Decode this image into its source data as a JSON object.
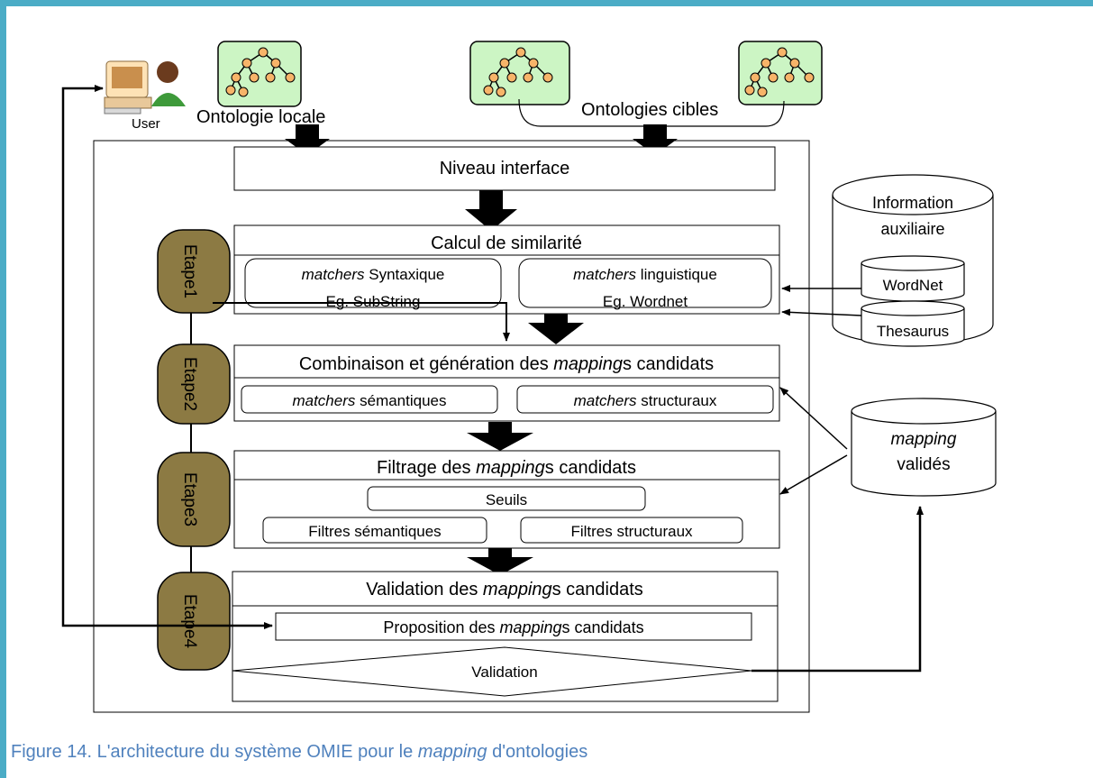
{
  "user": {
    "label": "User"
  },
  "ontologies": {
    "local_label": "Ontologie locale",
    "target_label": "Ontologies cibles"
  },
  "interface": {
    "label": "Niveau interface"
  },
  "steps": [
    {
      "tab": "Etape1",
      "title": "Calcul de similarité"
    },
    {
      "tab": "Etape2",
      "title_pre": "Combinaison et génération des ",
      "title_em": "mapping",
      "title_post": "s candidats"
    },
    {
      "tab": "Etape3",
      "title_pre": "Filtrage des ",
      "title_em": "mapping",
      "title_post": "s candidats"
    },
    {
      "tab": "Etape4",
      "title_pre": "Validation des ",
      "title_em": "mapping",
      "title_post": "s candidats"
    }
  ],
  "matchers": {
    "syntactic": {
      "em": "matchers",
      "rest": " Syntaxique",
      "example": "Eg. SubString"
    },
    "linguistic": {
      "em": "matchers",
      "rest": " linguistique",
      "example": "Eg. Wordnet"
    },
    "semantic": {
      "em": "matchers",
      "rest": " sémantiques"
    },
    "structural": {
      "em": "matchers",
      "rest": " structuraux"
    }
  },
  "filters": {
    "thresholds": "Seuils",
    "semantic": "Filtres sémantiques",
    "structural": "Filtres structuraux"
  },
  "validation": {
    "proposal_pre": "Proposition des ",
    "proposal_em": "mapping",
    "proposal_post": "s candidats",
    "decision": "Validation"
  },
  "aux": {
    "title_line1": "Information",
    "title_line2": "auxiliaire",
    "wordnet": "WordNet",
    "thesaurus": "Thesaurus"
  },
  "validated": {
    "em": "mapping",
    "line2": "validés"
  },
  "caption": {
    "pre": "Figure 14. L'architecture du système OMIE pour le ",
    "em": "mapping",
    "post": " d'ontologies"
  },
  "colors": {
    "frame": "#4bacc6",
    "tree_box": "#ccf5c4",
    "tree_node": "#f7b469",
    "tab": "#8c7a43",
    "caption": "#4f81bd"
  }
}
